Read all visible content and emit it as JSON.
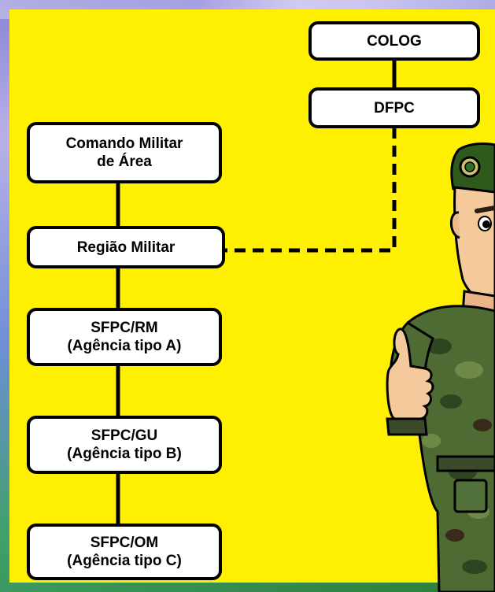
{
  "diagram": {
    "nodes": {
      "colog": "COLOG",
      "dfpc": "DFPC",
      "comando_line1": "Comando Militar",
      "comando_line2": "de Área",
      "regiao": "Região Militar",
      "sfpc_rm_line1": "SFPC/RM",
      "sfpc_rm_line2": "(Agência tipo A)",
      "sfpc_gu_line1": "SFPC/GU",
      "sfpc_gu_line2": "(Agência tipo B)",
      "sfpc_om_line1": "SFPC/OM",
      "sfpc_om_line2": "(Agência tipo C)"
    },
    "edges": [
      {
        "from": "COLOG",
        "to": "DFPC",
        "style": "solid"
      },
      {
        "from": "Comando Militar de Área",
        "to": "Região Militar",
        "style": "solid"
      },
      {
        "from": "Região Militar",
        "to": "SFPC/RM",
        "style": "solid"
      },
      {
        "from": "SFPC/RM",
        "to": "SFPC/GU",
        "style": "solid"
      },
      {
        "from": "SFPC/GU",
        "to": "SFPC/OM",
        "style": "solid"
      },
      {
        "from": "DFPC",
        "to": "Região Militar",
        "style": "dashed"
      }
    ]
  },
  "colors": {
    "panel_background": "#ffef00",
    "box_fill": "#ffffff",
    "outline": "#000000"
  },
  "illustration": "soldier-thumbs-up"
}
